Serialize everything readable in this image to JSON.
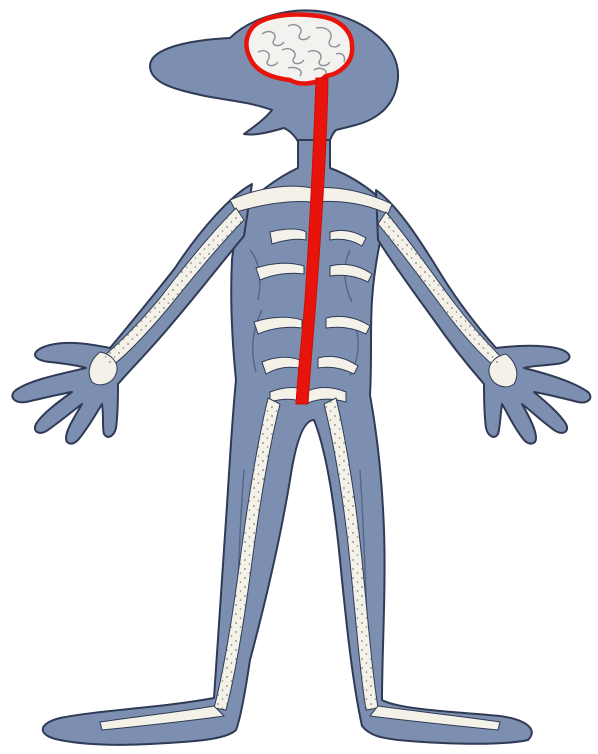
{
  "figure": {
    "subject": "nervous-system-illustration",
    "colors": {
      "body_fill": "#7d8fb0",
      "body_shadow": "#5d6f93",
      "body_outline": "#2f3a55",
      "nerve_fill": "#f3f1e8",
      "nerve_dots": "#7a7468",
      "highlight": "#e8140c",
      "brain_fill": "#f4f2ee",
      "brain_folds": "#8a8f9c",
      "background": "#ffffff"
    },
    "highlighted_parts": [
      "brain",
      "spinal-cord"
    ]
  }
}
